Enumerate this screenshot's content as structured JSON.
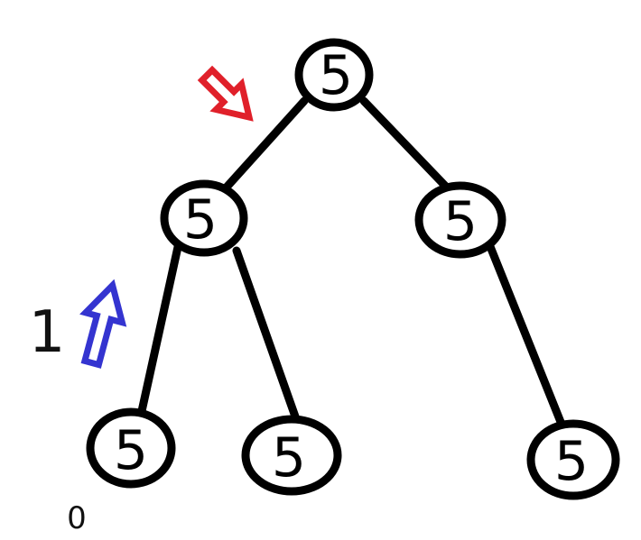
{
  "tree": {
    "nodes": [
      {
        "id": "root",
        "label": "5"
      },
      {
        "id": "left",
        "label": "5"
      },
      {
        "id": "right",
        "label": "5"
      },
      {
        "id": "left-left",
        "label": "5"
      },
      {
        "id": "left-right",
        "label": "5"
      },
      {
        "id": "right-right",
        "label": "5"
      }
    ],
    "edges": [
      {
        "from": "root",
        "to": "left"
      },
      {
        "from": "root",
        "to": "right"
      },
      {
        "from": "left",
        "to": "left-left"
      },
      {
        "from": "left",
        "to": "left-right"
      },
      {
        "from": "right",
        "to": "right-right"
      }
    ]
  },
  "annotations": {
    "up_arrow_label": "1",
    "bottom_label": "0"
  },
  "colors": {
    "down_arrow": "#e0202a",
    "up_arrow": "#3434d0",
    "edges": "#000000",
    "nodes": "#000000"
  },
  "icons": {
    "down_arrow": "arrow-down-left-icon",
    "up_arrow": "arrow-up-icon"
  }
}
